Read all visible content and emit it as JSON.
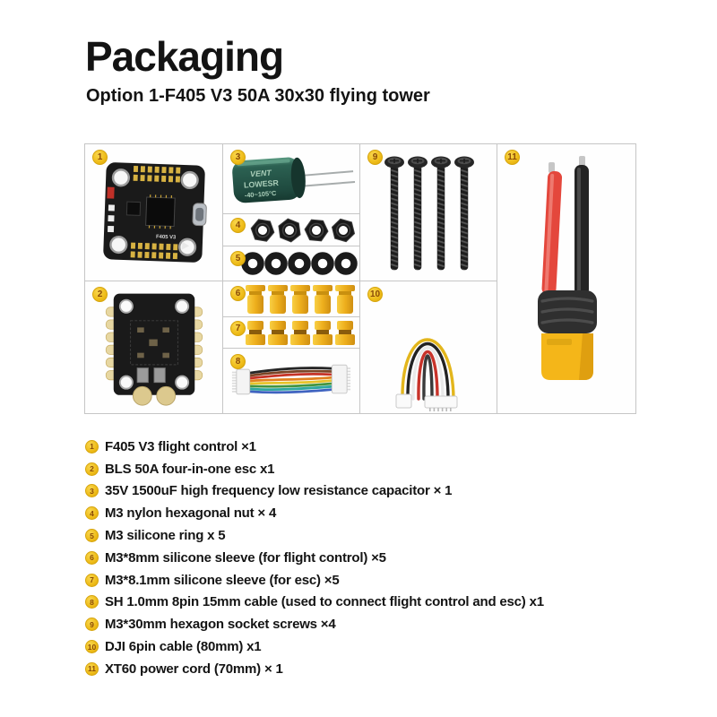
{
  "header": {
    "title": "Packaging",
    "subtitle": "Option 1-F405 V3 50A 30x30 flying tower"
  },
  "grid": {
    "cells": [
      {
        "num": "1",
        "name": "flight-controller-photo"
      },
      {
        "num": "2",
        "name": "esc-board-photo"
      },
      {
        "num": "3",
        "name": "capacitor-photo"
      },
      {
        "num": "4",
        "name": "nylon-nuts-photo"
      },
      {
        "num": "5",
        "name": "silicone-rings-photo"
      },
      {
        "num": "6",
        "name": "silicone-sleeves-fc-photo"
      },
      {
        "num": "7",
        "name": "silicone-sleeves-esc-photo"
      },
      {
        "num": "8",
        "name": "sh-cable-photo"
      },
      {
        "num": "9",
        "name": "screws-photo"
      },
      {
        "num": "10",
        "name": "dji-cable-photo"
      },
      {
        "num": "11",
        "name": "xt60-cord-photo"
      }
    ]
  },
  "fc_label": "F405 V3",
  "capacitor": {
    "line1": "VENT",
    "line2": "LOWESR",
    "line3": "-40~105°C"
  },
  "items": [
    {
      "num": "1",
      "text": "F405 V3 flight control ×1"
    },
    {
      "num": "2",
      "text": "BLS 50A four-in-one esc x1"
    },
    {
      "num": "3",
      "text": "35V 1500uF high frequency low resistance capacitor × 1"
    },
    {
      "num": "4",
      "text": "M3 nylon hexagonal nut × 4"
    },
    {
      "num": "5",
      "text": "M3 silicone ring x 5"
    },
    {
      "num": "6",
      "text": "M3*8mm silicone sleeve (for flight control) ×5"
    },
    {
      "num": "7",
      "text": "M3*8.1mm silicone sleeve (for esc) ×5"
    },
    {
      "num": "8",
      "text": "SH 1.0mm 8pin 15mm cable (used to connect flight control and esc) x1"
    },
    {
      "num": "9",
      "text": "M3*30mm hexagon socket screws ×4"
    },
    {
      "num": "10",
      "text": "DJI 6pin cable (80mm) x1"
    },
    {
      "num": "11",
      "text": "XT60 power cord (70mm) × 1"
    }
  ],
  "colors": {
    "badge_yellow": "#eebb17",
    "badge_text": "#8a4a07",
    "grid_border": "#c6c6c6",
    "accent_gold": "#f2b118",
    "capacitor_green": "#2c6152"
  }
}
